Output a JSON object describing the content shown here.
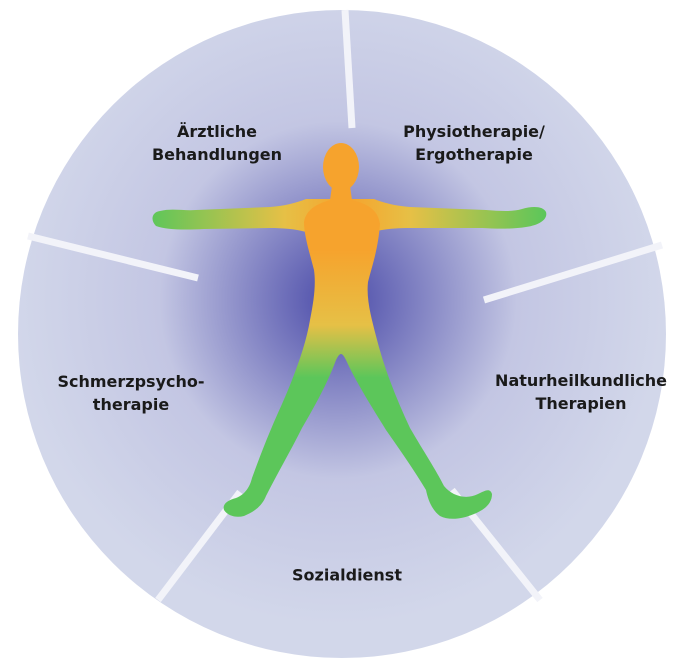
{
  "colors": {
    "disc_outer": "#d2d7ea",
    "disc_mid": "#c3c6e3",
    "disc_center": "#4a4aa8",
    "divider": "#f2f3f9",
    "figure_top": "#f6a32d",
    "figure_mid": "#e6c046",
    "figure_bottom": "#5cc65a",
    "label_text": "#1a1a1a"
  },
  "figure": {
    "icon": "human-figure-icon"
  },
  "segments": [
    {
      "id": "aerztliche",
      "lines": [
        "Ärztliche",
        "Behandlungen"
      ]
    },
    {
      "id": "physio",
      "lines": [
        "Physiotherapie/",
        "Ergotherapie"
      ]
    },
    {
      "id": "natur",
      "lines": [
        "Naturheilkundliche",
        "Therapien"
      ]
    },
    {
      "id": "sozial",
      "lines": [
        "Sozialdienst"
      ]
    },
    {
      "id": "schmerz",
      "lines": [
        "Schmerzpsycho-",
        "therapie"
      ]
    }
  ]
}
